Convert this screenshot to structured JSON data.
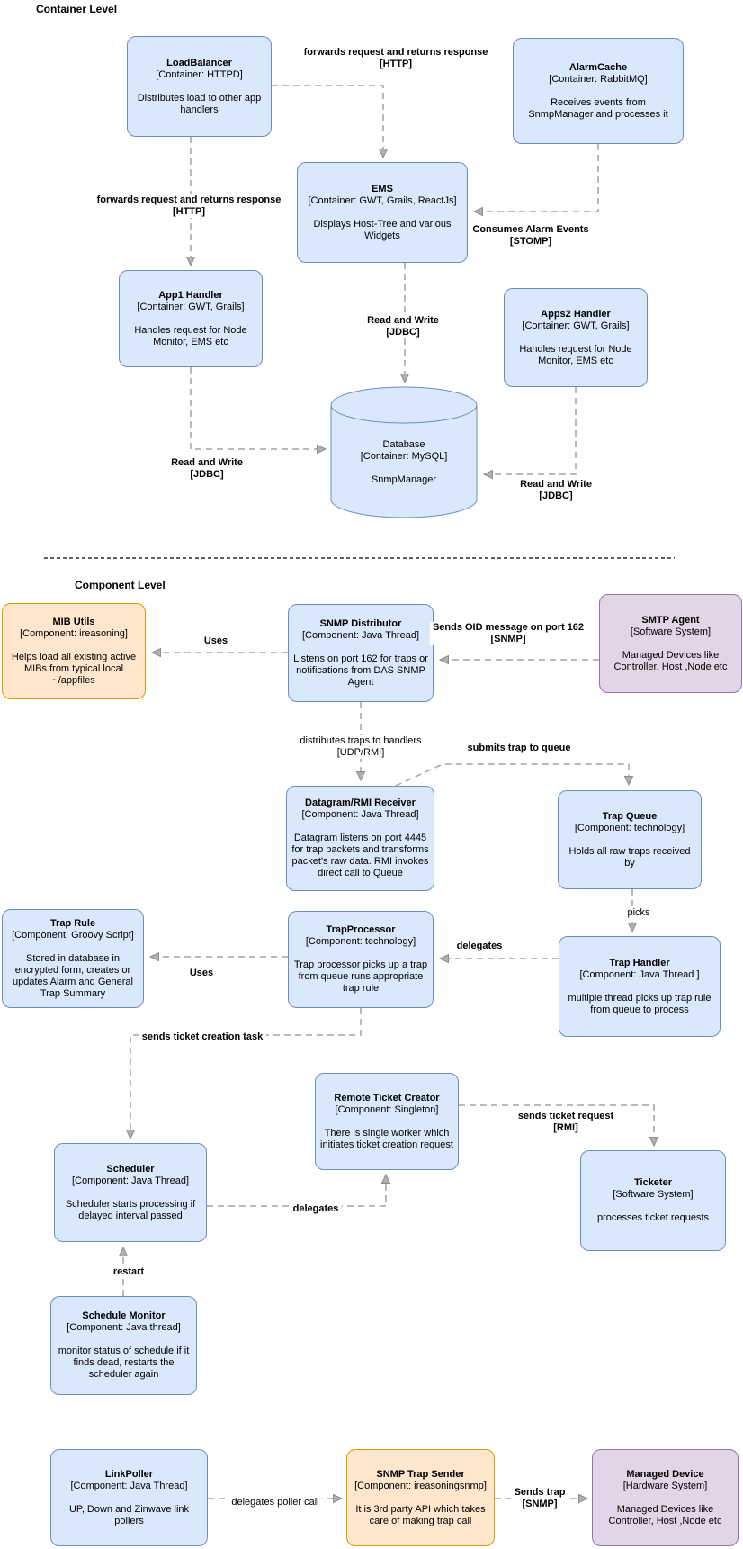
{
  "sections": {
    "container": {
      "label": "Container Level"
    },
    "component": {
      "label": "Component Level"
    }
  },
  "palette": {
    "node_blue_fill": "#dae8fc",
    "node_blue_border": "#6c8ebf",
    "node_orange_fill": "#ffe6cc",
    "node_orange_border": "#d79b00",
    "node_purple_fill": "#e1d5e7",
    "node_purple_border": "#9673a6",
    "connector_gray": "#a3a3a3"
  },
  "boxes": {
    "load_balancer": {
      "title": "LoadBalancer",
      "type": "[Container: HTTPD]",
      "desc": "Distributes load to other app handlers"
    },
    "alarm_cache": {
      "title": "AlarmCache",
      "type": "[Container: RabbitMQ]",
      "desc": "Receives events from SnmpManager and processes it"
    },
    "ems": {
      "title": "EMS",
      "type": "[Container: GWT, Grails, ReactJs]",
      "desc": "Displays Host-Tree and various Widgets"
    },
    "app1_handler": {
      "title": "App1 Handler",
      "type": "[Container: GWT, Grails]",
      "desc": "Handles request for Node Monitor, EMS etc"
    },
    "apps2_handler": {
      "title": "Apps2 Handler",
      "type": "[Container: GWT, Grails]",
      "desc": "Handles request for Node Monitor, EMS etc"
    },
    "database": {
      "title": "Database",
      "type": "[Container: MySQL]",
      "desc": "SnmpManager"
    },
    "mib_utils": {
      "title": "MIB Utils",
      "type": "[Component: ireasoning]",
      "desc": "Helps load all existing active MIBs from typical local ~/appfiles"
    },
    "snmp_distributor": {
      "title": "SNMP Distributor",
      "type": "[Component: Java Thread]",
      "desc": "Listens on port 162 for traps or notifications from DAS SNMP Agent"
    },
    "smtp_agent": {
      "title": "SMTP Agent",
      "type": "[Software System]",
      "desc": "Managed Devices like Controller, Host ,Node etc"
    },
    "datagram_rmi_receiver": {
      "title": "Datagram/RMI Receiver",
      "type": "[Component: Java Thread]",
      "desc": "Datagram listens on port 4445 for trap packets and transforms packet's raw data. RMI invokes direct call to Queue"
    },
    "trap_queue": {
      "title": "Trap Queue",
      "type": "[Component: technology]",
      "desc": "Holds all raw traps received by"
    },
    "trap_handler": {
      "title": "Trap Handler",
      "type": "[Component: Java Thread ]",
      "desc": "multiple thread picks up trap rule from queue to process"
    },
    "trap_processor": {
      "title": "TrapProcessor",
      "type": "[Component: technology]",
      "desc": "Trap processor picks up a trap from queue runs appropriate trap rule"
    },
    "trap_rule": {
      "title": "Trap Rule",
      "type": "[Component: Groovy Script]",
      "desc": "Stored in database in encrypted form, creates or updates Alarm and General Trap Summary"
    },
    "remote_ticket_creator": {
      "title": "Remote Ticket Creator",
      "type": "[Component: Singleton]",
      "desc": "There is single worker which initiates ticket creation request"
    },
    "ticketer": {
      "title": "Ticketer",
      "type": "[Software System]",
      "desc": "processes ticket requests"
    },
    "scheduler": {
      "title": "Scheduler",
      "type": "[Component: Java Thread]",
      "desc": "Scheduler starts processing if delayed interval passed"
    },
    "schedule_monitor": {
      "title": "Schedule Monitor",
      "type": "[Component: Java thread]",
      "desc": "monitor status of schedule if it finds dead, restarts the scheduler again"
    },
    "link_poller": {
      "title": "LinkPoller",
      "type": "[Component: Java Thread]",
      "desc": "UP, Down and Zinwave link pollers"
    },
    "snmp_trap_sender": {
      "title": "SNMP Trap Sender",
      "type": "[Component: ireasoningsnmp]",
      "desc": "It is 3rd party API which takes care of making trap call"
    },
    "managed_device": {
      "title": "Managed Device",
      "type": "[Hardware System]",
      "desc": "Managed Devices like Controller, Host ,Node etc"
    }
  },
  "edges": {
    "lb_ems": {
      "label": "forwards request and returns response",
      "protocol": "[HTTP]"
    },
    "lb_app1": {
      "label": "forwards request and returns response",
      "protocol": "[HTTP]"
    },
    "ac_ems": {
      "label": "Consumes Alarm Events",
      "protocol": "[STOMP]"
    },
    "ems_db": {
      "label": "Read and Write",
      "protocol": "[JDBC]"
    },
    "app1_db": {
      "label": "Read and Write",
      "protocol": "[JDBC]"
    },
    "apps2_db": {
      "label": "Read and Write",
      "protocol": "[JDBC]"
    },
    "dist_mib": {
      "label": "Uses"
    },
    "smtp_dist": {
      "label": "Sends OID message on port 162",
      "protocol": "[SNMP]"
    },
    "dist_datagram": {
      "label": "distributes traps to handlers",
      "protocol": "[UDP/RMI]"
    },
    "datagram_queue": {
      "label": "submits trap to queue"
    },
    "queue_handler": {
      "label": "picks"
    },
    "handler_processor": {
      "label": "delegates"
    },
    "processor_rule": {
      "label": "Uses"
    },
    "processor_scheduler": {
      "label": "sends ticket creation task"
    },
    "scheduler_rtc": {
      "label": "delegates"
    },
    "rtc_ticketer": {
      "label": "sends ticket request",
      "protocol": "[RMI]"
    },
    "monitor_scheduler": {
      "label": "restart"
    },
    "poller_sender": {
      "label": "delegates poller call"
    },
    "sender_device": {
      "label": "Sends trap",
      "protocol": "[SNMP]"
    }
  }
}
